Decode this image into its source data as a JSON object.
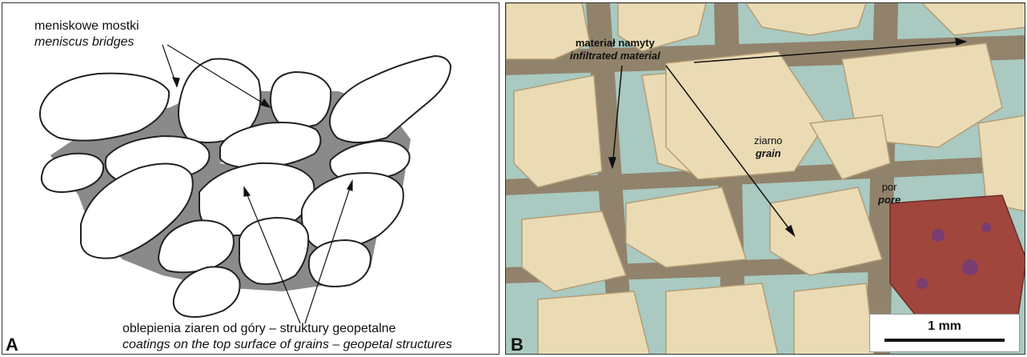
{
  "panel_a": {
    "letter": "A",
    "meniscus_label_pl": "meniskowe mostki",
    "meniscus_label_en": "meniscus bridges",
    "coatings_label_pl": "oblepienia ziaren od góry – struktury geopetalne",
    "coatings_label_en": "coatings on the top surface of grains – geopetal structures"
  },
  "panel_b": {
    "letter": "B",
    "infiltrated_label_pl": "materiał namyty",
    "infiltrated_label_en": "infiltrated material",
    "grain_label_pl": "ziarno",
    "grain_label_en": "grain",
    "pore_label_pl": "por",
    "pore_label_en": "pore",
    "scale_label": "1 mm"
  },
  "colors": {
    "pore_blue": "#a9c9c1",
    "grain_tan": "#eadbb4",
    "matrix_brown": "#8f7b62",
    "coating_gray": "#8a8a8a"
  }
}
